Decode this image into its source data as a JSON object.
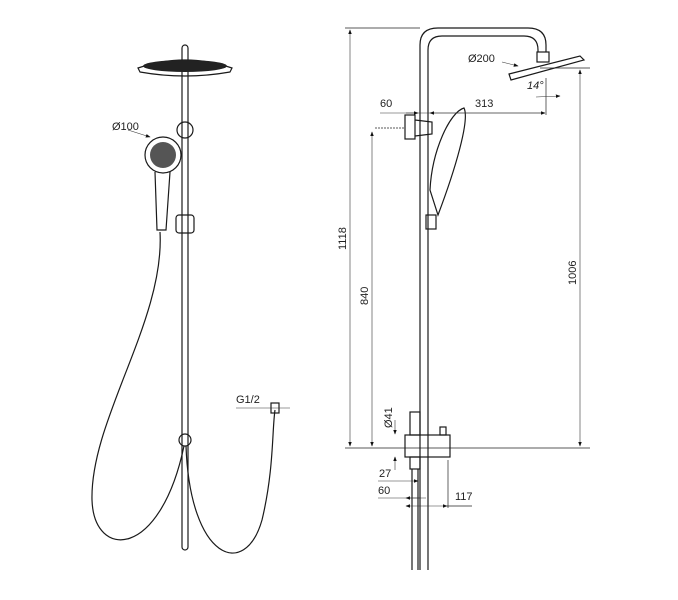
{
  "left_view": {
    "hand_shower_diameter": "Ø100",
    "connection_thread": "G1/2"
  },
  "right_view": {
    "total_height": "1118",
    "hand_shower_height": "840",
    "overhead_height": "1006",
    "wall_offset": "60",
    "arm_reach": "313",
    "overhead_diameter": "Ø200",
    "tilt_angle": "14°",
    "mixer_diameter": "Ø41",
    "dim_27": "27",
    "dim_60_bottom": "60",
    "dim_117": "117"
  }
}
